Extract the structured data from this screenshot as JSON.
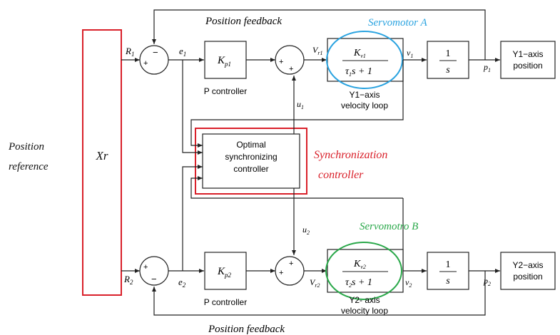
{
  "annotations": {
    "position_reference_line1": "Position",
    "position_reference_line2": "reference",
    "position_feedback_top": "Position feedback",
    "position_feedback_bottom": "Position feedback",
    "servomotor_a": "Servomotor A",
    "servomotor_b": "Servomotro B",
    "sync_controller_line1": "Synchronization",
    "sync_controller_line2": "controller"
  },
  "blocks": {
    "xr": "Xr",
    "kp1_main": "K",
    "kp1_sub": "p1",
    "kp2_main": "K",
    "kp2_sub": "p2",
    "p_controller_1": "P controller",
    "p_controller_2": "P controller",
    "velocity_a": {
      "num": "K",
      "num_sub": "v1",
      "den_a": "τ",
      "den_sub": "1",
      "den_b": "s + 1"
    },
    "velocity_b": {
      "num": "K",
      "num_sub": "v2",
      "den_a": "τ",
      "den_sub": "2",
      "den_b": "s + 1"
    },
    "y1_velocity_line1": "Y1−axis",
    "y1_velocity_line2": "velocity loop",
    "y2_velocity_line1": "Y2- axis",
    "y2_velocity_line2": "velocity loop",
    "integrator_1_num": "1",
    "integrator_1_den": "s",
    "integrator_2_num": "1",
    "integrator_2_den": "s",
    "y1_position_line1": "Y1−axis",
    "y1_position_line2": "position",
    "y2_position_line1": "Y2−axis",
    "y2_position_line2": "position",
    "optimal_line1": "Optimal",
    "optimal_line2": "synchronizing",
    "optimal_line3": "controller"
  },
  "signals": {
    "r1": "R",
    "r1_sub": "1",
    "r2": "R",
    "r2_sub": "2",
    "e1": "e",
    "e1_sub": "1",
    "e2": "e",
    "e2_sub": "2",
    "v1_in": "V",
    "v1_in_sub": "r1",
    "v2_in": "V",
    "v2_in_sub": "r2",
    "v1": "v",
    "v1_sub": "1",
    "v2": "v",
    "v2_sub": "2",
    "p1": "p",
    "p1_sub": "1",
    "p2": "p",
    "p2_sub": "2",
    "u1": "u",
    "u1_sub": "1",
    "u2": "u",
    "u2_sub": "2"
  },
  "signs": {
    "sum1_top": "−",
    "sum1_left": "+",
    "sum2_left": "+",
    "sum2_bottom": "+",
    "sum3_bottom": "−",
    "sum3_left": "+",
    "sum4_left": "+",
    "sum4_top": "+"
  },
  "colors": {
    "line": "#222222",
    "xr_box": "#d9202a",
    "sync_box": "#d9202a",
    "sync_text": "#d9202a",
    "servomotor_a": "#2aa3e0",
    "servomotor_b": "#2aa84a"
  }
}
